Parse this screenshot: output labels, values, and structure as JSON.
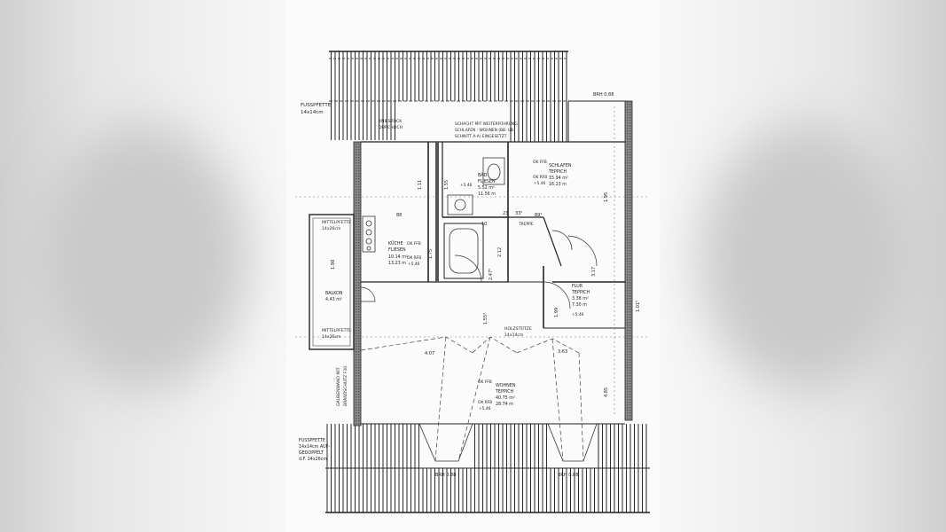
{
  "labels": {
    "fusspfette_top": "FUSSPFETTE",
    "fusspfette_top_size": "14x14cm",
    "kniestock_1": "KNIESTOCK",
    "kniestock_2": "DURCHLICH",
    "schacht_1": "SCHACHT MIT WEITERFÜHRUNG",
    "schacht_2": "SCHLAFEN · WOHNEN (BB. UB.",
    "schacht_3": "SCHNITT A-A) EINGESETZT",
    "kueche_name": "KÜCHE",
    "kueche_floor": "FLIESEN",
    "kueche_area": "10.14 m²",
    "kueche_perim": "13.23 m",
    "bad_name": "BAD",
    "bad_floor": "FLIESEN",
    "bad_area": "5.52 m²",
    "bad_perim": "11.56 m",
    "schlafen_name": "SCHLAFEN",
    "schlafen_floor": "TEPPICH",
    "schlafen_area": "15.94 m²",
    "schlafen_perim": "16.23 m",
    "balkon_name": "BALKON",
    "balkon_area": "4.43 m²",
    "mittelpfette_a": "MITTELPFETTE",
    "mittelpfette_a_size": "14x26cm",
    "mittelpfette_b": "MITTELPFETTE",
    "mittelpfette_b_size": "14x26cm",
    "flur_name": "FLUR",
    "flur_floor": "TEPPICH",
    "flur_area": "3.38 m²",
    "flur_perim": "7.30 m",
    "wohnen_name": "WOHNEN",
    "wohnen_floor": "TEPPICH",
    "wohnen_area": "40.75 m²",
    "wohnen_perim": "28.74 m",
    "holzstuetze": "HOLZSTÜTZE",
    "holzstuetze_size": "14x14cm",
    "treppe": "TREPPE",
    "ok_ffb_1": "OK FFB",
    "ok_ffb_val": "+5.46",
    "ok_rfb": "OK RFB",
    "fusspfette_bottom_1": "FUSSPFETTE",
    "fusspfette_bottom_2": "14x14cm AUF-",
    "fusspfette_bottom_3": "GEDOPPELT",
    "fusspfette_bottom_4": "d.F. 14x26cm",
    "dim_top_right": "BRH 0.88",
    "dim_bottom": "BRH 0.88",
    "dim_bottom_2": "BRH 0.88",
    "dim_88": "88",
    "dim_10": "10",
    "dim_23": "23",
    "dim_335": "33⁵",
    "dim_895": "89⁵",
    "dim_407": "4.07",
    "dim_363": "3.63",
    "dim_1555": "1.55⁵",
    "dim_195": "1.95",
    "dim_485": "4.85",
    "dim_1015": "1.01⁵",
    "dim_212": "2.12",
    "dim_2475": "2.47⁵",
    "dim_317": "3.17",
    "dim_175": "1.75",
    "dim_111": "1.11",
    "dim_155": "1.55",
    "dim_198": "1.98",
    "dim_199": "1.99",
    "gaube_1": "GAUBENWAND MIT",
    "gaube_2": "BRANDSCHUTZ F30"
  }
}
